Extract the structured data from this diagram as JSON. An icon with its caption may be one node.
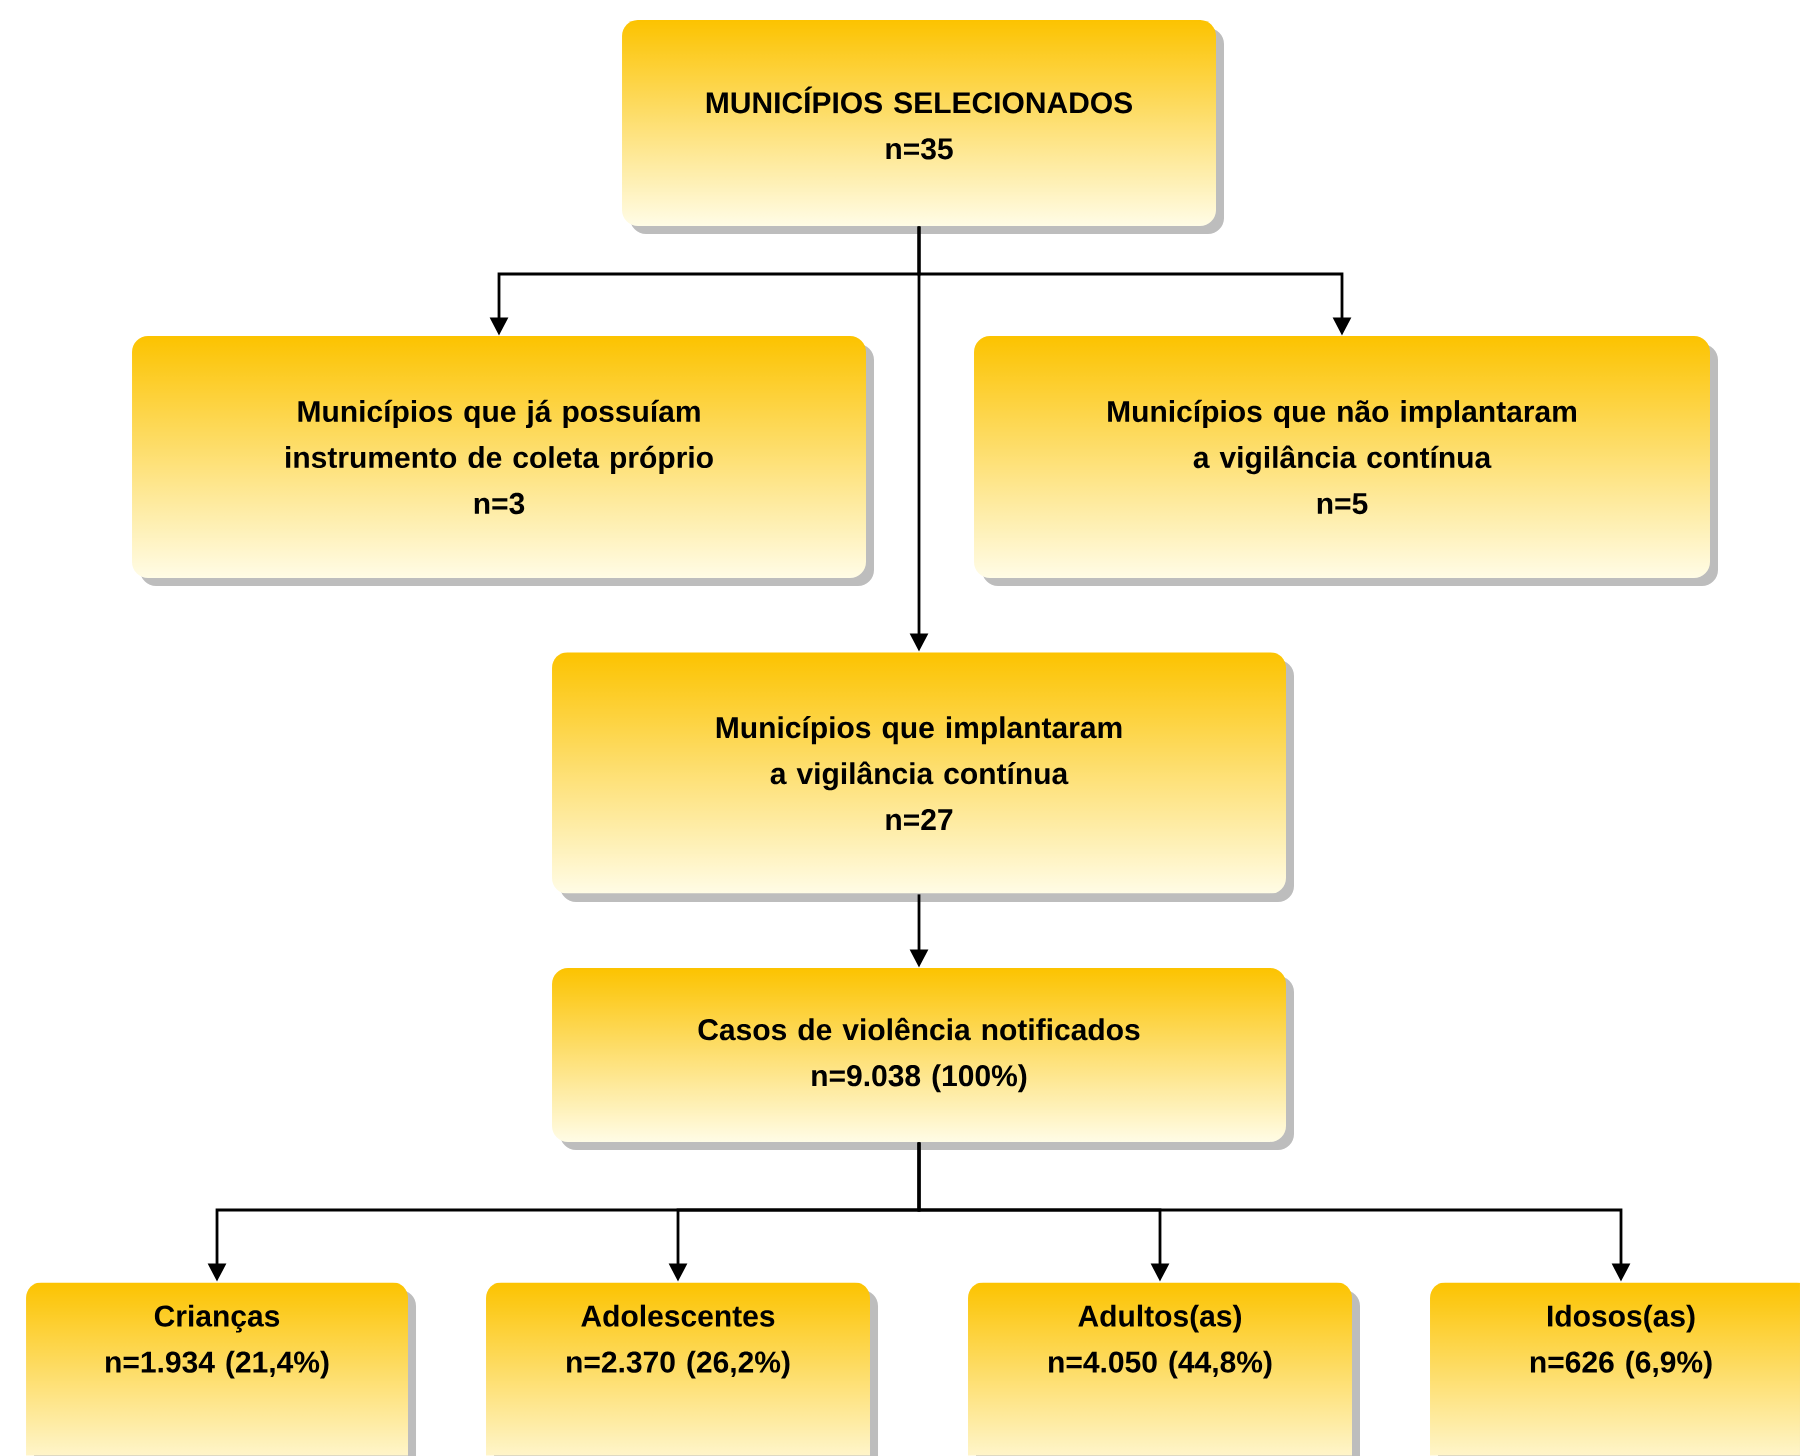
{
  "diagram": {
    "nodes": [
      {
        "text": [
          "MUNICÍPIOS SELECIONADOS",
          "n=35"
        ]
      },
      {
        "text": [
          "Municípios que já possuíam instrumento de coleta próprio",
          "n=3"
        ]
      },
      {
        "text": [
          "Municípios que não implantaram a vigilância contínua",
          "n=5"
        ]
      },
      {
        "text": [
          "Municípios que implantaram a vigilância contínua",
          "n=27"
        ]
      },
      {
        "text": [
          "Casos de violência notificados",
          "n=9.038 (100%)"
        ]
      },
      {
        "text": [
          "Crianças",
          "n=1.934 (21,4%)"
        ]
      },
      {
        "text": [
          "Adolescentes",
          "n=2.370 (26,2%)"
        ]
      },
      {
        "text": [
          "Adultos(as)",
          "n=4.050 (44,8%)"
        ]
      },
      {
        "text": [
          "Idosos(as)",
          "n=626 (6,9%)"
        ]
      }
    ],
    "edges": [
      {
        "from": 0,
        "to": 1,
        "arrow": "to"
      },
      {
        "from": 0,
        "to": 2,
        "arrow": "to"
      },
      {
        "from": 0,
        "to": 3,
        "arrow": "to"
      },
      {
        "from": 3,
        "to": 4,
        "arrow": "to"
      },
      {
        "from": 4,
        "to": 5,
        "arrow": "to"
      },
      {
        "from": 4,
        "to": 6,
        "arrow": "to"
      },
      {
        "from": 4,
        "to": 7,
        "arrow": "to"
      },
      {
        "from": 4,
        "to": 8,
        "arrow": "to"
      }
    ]
  }
}
